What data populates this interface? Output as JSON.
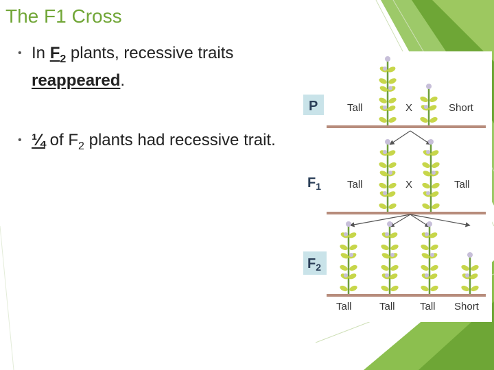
{
  "slide": {
    "title": "The F1 Cross",
    "accent_color": "#71a637",
    "bullets": [
      {
        "p1": "In ",
        "p2": "F",
        "p3": "2",
        "p4": " plants, recessive traits ",
        "p5": "reappeared",
        "p6": "."
      },
      {
        "p1": "¼",
        "p2": " of F",
        "p3": "2",
        "p4": " plants had recessive trait."
      }
    ]
  },
  "diagram": {
    "generations": [
      {
        "label": "P",
        "sub": "",
        "plants": [
          "Tall",
          "Short"
        ],
        "cross_symbol": "X"
      },
      {
        "label": "F",
        "sub": "1",
        "plants": [
          "Tall",
          "Tall"
        ],
        "cross_symbol": "X"
      },
      {
        "label": "F",
        "sub": "2",
        "plants": [
          "Tall",
          "Tall",
          "Tall",
          "Short"
        ]
      }
    ],
    "colors": {
      "label_box": "#c9e3e9",
      "ground": "#b78c7c",
      "stem": "#6e9e3a",
      "leaf": "#c7d64a",
      "flower": "#c7bfd9"
    }
  }
}
